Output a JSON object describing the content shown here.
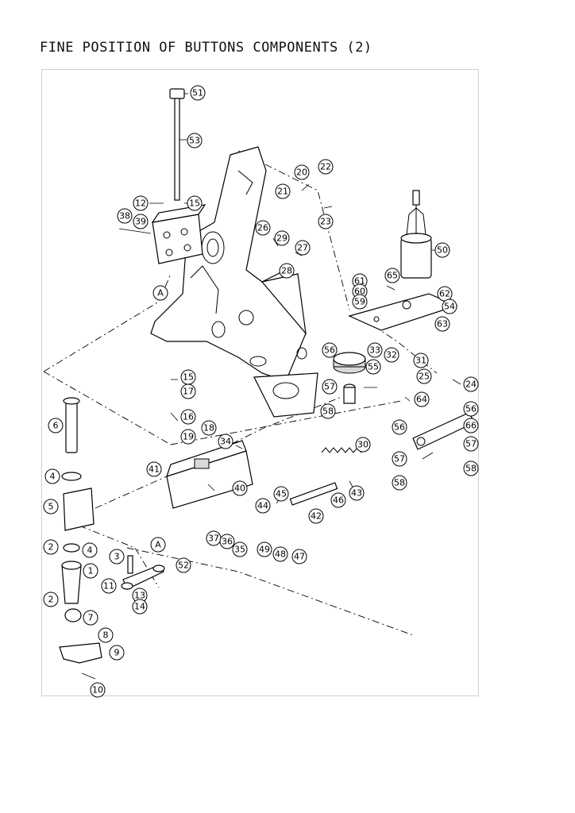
{
  "title": "FINE POSITION OF BUTTONS COMPONENTS (2)",
  "callouts": [
    "1",
    "2",
    "3",
    "4",
    "5",
    "6",
    "7",
    "8",
    "9",
    "10",
    "11",
    "12",
    "13",
    "14",
    "15",
    "16",
    "17",
    "18",
    "19",
    "20",
    "21",
    "22",
    "23",
    "24",
    "25",
    "26",
    "27",
    "28",
    "29",
    "30",
    "31",
    "32",
    "33",
    "34",
    "35",
    "36",
    "37",
    "38",
    "39",
    "40",
    "41",
    "42",
    "43",
    "44",
    "45",
    "46",
    "47",
    "48",
    "49",
    "50",
    "51",
    "52",
    "53",
    "54",
    "55",
    "56",
    "57",
    "58",
    "59",
    "60",
    "61",
    "62",
    "63",
    "64",
    "65",
    "66",
    "A"
  ]
}
